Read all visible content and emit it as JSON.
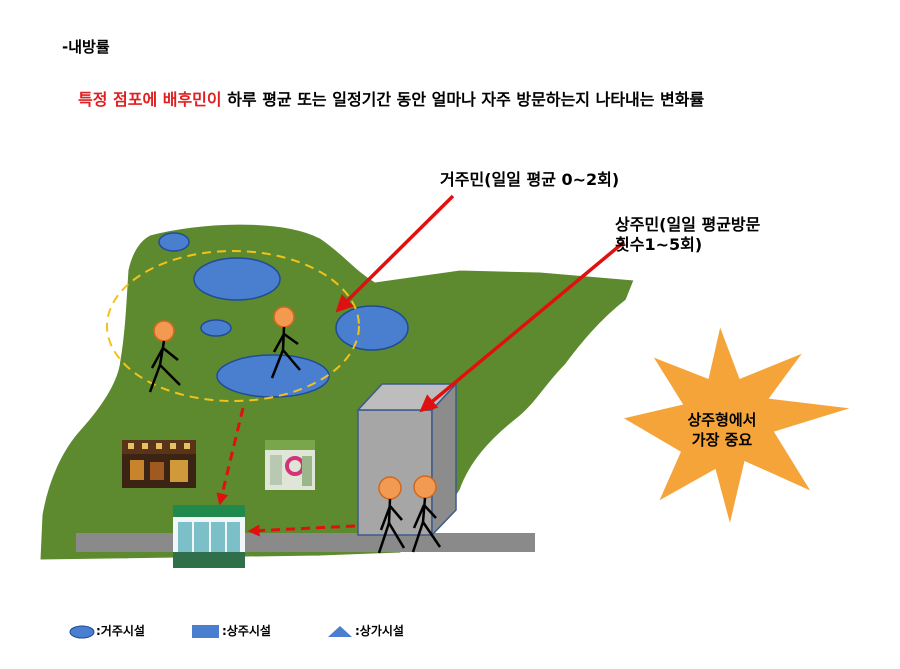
{
  "heading": "-내방률",
  "definition": {
    "highlight": "특정 점포에 배후민이",
    "rest": " 하루 평균 또는 일정기간 동안 얼마나 자주 방문하는지 나타내는 변화률"
  },
  "callouts": {
    "resident": "거주민(일일 평균 0~2회)",
    "worker_line1": "상주민(일일 평균방문",
    "worker_line2": "횟수1~5회)"
  },
  "burst": {
    "line1": "상주형에서",
    "line2": "가장 중요"
  },
  "legend": [
    {
      "label": ":거주시설",
      "icon": "ellipse-icon"
    },
    {
      "label": ":상주시설",
      "icon": "rectangle-icon"
    },
    {
      "label": ":상가시설",
      "icon": "triangle-icon"
    }
  ],
  "colors": {
    "land": "#5e8a2f",
    "pond": "#4a7fcf",
    "highlight_text": "#e02020",
    "arrow": "#e01010",
    "burst_fill": "#f5a43a",
    "building": "#a6a6a6",
    "road": "#8a8a8a",
    "person_head": "#f39a52",
    "circle_dash": "#f2c21b"
  }
}
